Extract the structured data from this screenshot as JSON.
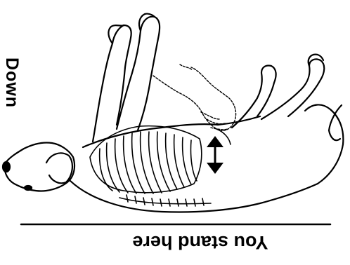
{
  "labels": {
    "direction": "Down",
    "position": "You stand here"
  },
  "colors": {
    "ink": "#000000",
    "background": "#ffffff"
  },
  "icons": [
    "dog-illustration",
    "hand-icon",
    "double-arrow-icon",
    "ground-line"
  ]
}
